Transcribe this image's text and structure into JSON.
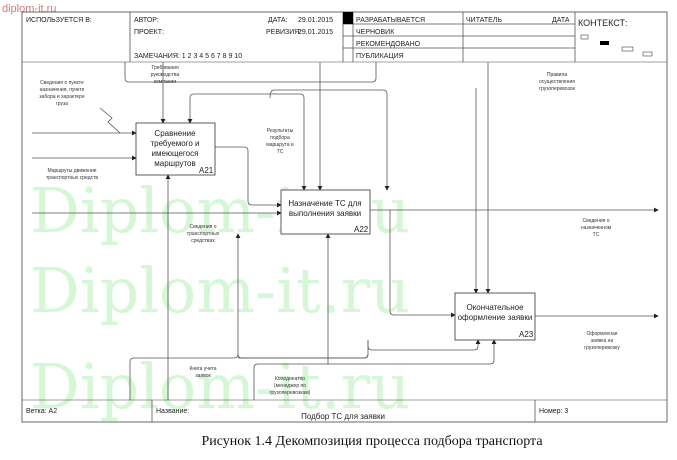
{
  "watermark": {
    "small": "diplom-it.ru",
    "large": "Diplom-it.ru"
  },
  "header": {
    "used_in": "ИСПОЛЬЗУЕТСЯ В:",
    "author": "АВТОР:",
    "project": "ПРОЕКТ:",
    "date_label": "ДАТА:",
    "date": "29.01.2015",
    "revision_label": "РЕВИЗИЯ:",
    "revision": "29.01.2015",
    "notes": "ЗАМЕЧАНИЯ:  1  2  3  4  5  6  7  8  9  10",
    "status": [
      "РАЗРАБАТЫВАЕТСЯ",
      "ЧЕРНОВИК",
      "РЕКОМЕНДОВАНО",
      "ПУБЛИКАЦИЯ"
    ],
    "reader": "ЧИТАТЕЛЬ",
    "reader_date": "ДАТА",
    "context": "КОНТЕКСТ:"
  },
  "boxes": [
    {
      "lines": [
        "Сравнение",
        "требуемого и",
        "имеющегося",
        "маршрутов"
      ],
      "id": "A21"
    },
    {
      "lines": [
        "Назначение ТС для",
        "выполнения заявки"
      ],
      "id": "A22"
    },
    {
      "lines": [
        "Окончательное",
        "оформление заявки"
      ],
      "id": "A23"
    }
  ],
  "arrows": {
    "destination_info": [
      "Сведения о пункте",
      "назначения, пункте",
      "забора и характере",
      "груза"
    ],
    "routes": [
      "Маршруты движения",
      "транспортных средств"
    ],
    "management_req": [
      "Требования",
      "руководства",
      "компании"
    ],
    "rules": [
      "Правила",
      "осуществления",
      "грузоперевозок"
    ],
    "results": [
      "Результаты",
      "подбора",
      "маршрута и",
      "ТС"
    ],
    "vehicle_info": [
      "Сведения о",
      "транспортных",
      "средствах"
    ],
    "assigned_info": [
      "Сведения о",
      "назначенном",
      "ТС"
    ],
    "final_order": [
      "Оформленая",
      "заявка на",
      "грузоперевозку"
    ],
    "order_book": [
      "Книга учета",
      "заявок"
    ],
    "coordinator": [
      "Координатор",
      "(менеджер по",
      "грузоперевозкам)"
    ]
  },
  "footer": {
    "node": "Ветка:  A2",
    "title_label": "Название:",
    "title": "Подбор ТС для заявки",
    "number": "Номер:  3"
  },
  "caption": "Рисунок 1.4 Декомпозиция процесса подбора транспорта"
}
